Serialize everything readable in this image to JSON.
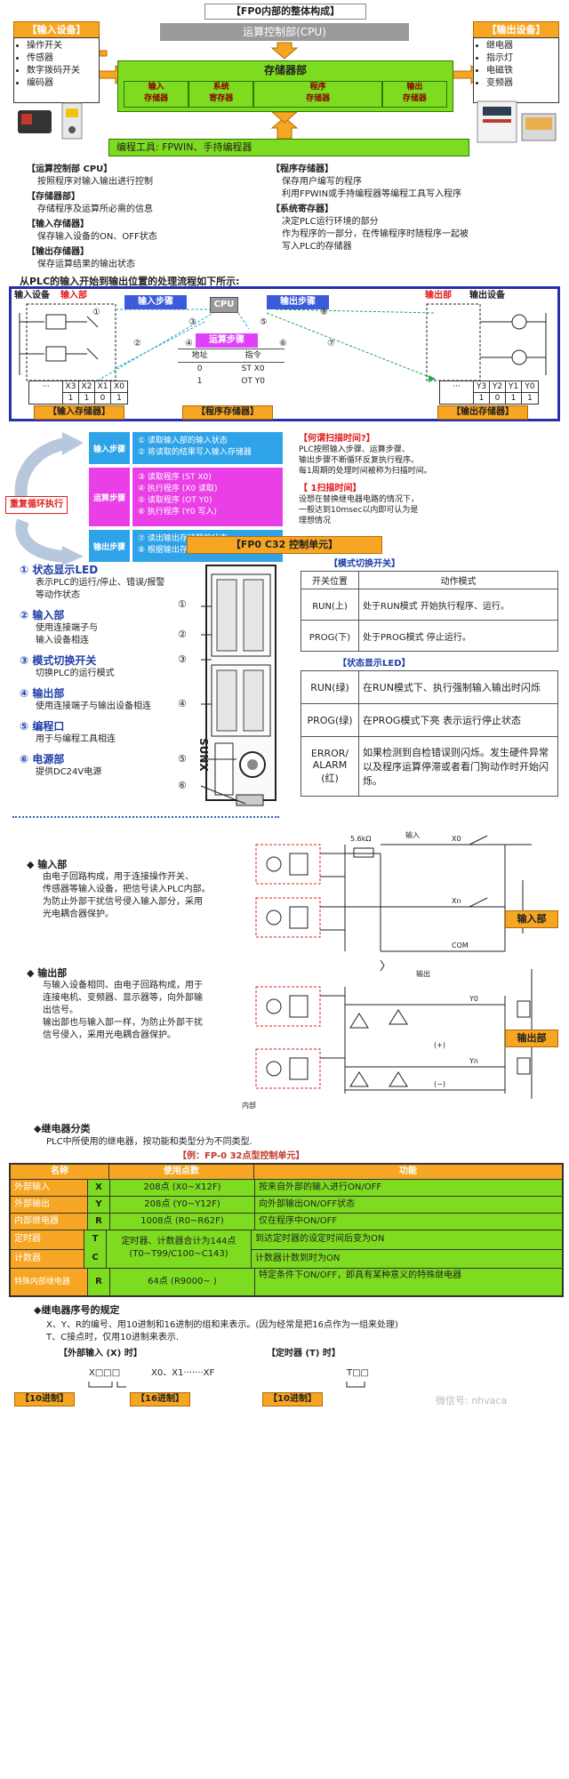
{
  "overview": {
    "title": "【FP0内部的整体构成】",
    "input_header": "【输入设备】",
    "input_items": [
      "操作开关",
      "传感器",
      "数字拨码开关",
      "编码器"
    ],
    "output_header": "【输出设备】",
    "output_items": [
      "继电器",
      "指示灯",
      "电磁铁",
      "变频器"
    ],
    "cpu_label": "运算控制部(CPU)",
    "memory_label": "存储器部",
    "memory_cells": [
      {
        "top": "输入",
        "bottom": "存储器"
      },
      {
        "top": "系统",
        "bottom": "寄存器"
      },
      {
        "top": "程序",
        "bottom": "存储器"
      },
      {
        "top": "输出",
        "bottom": "存储器"
      }
    ],
    "tools_label": "编程工具: FPWIN、手持编程器"
  },
  "descriptions": {
    "left": [
      {
        "head": "【运算控制部 CPU】",
        "body": [
          "按照程序对输入输出进行控制"
        ]
      },
      {
        "head": "【存储器部】",
        "body": [
          "存储程序及运算所必需的信息"
        ]
      },
      {
        "head": "【输入存储器】",
        "body": [
          "保存输入设备的ON、OFF状态"
        ]
      },
      {
        "head": "【输出存储器】",
        "body": [
          "保存运算结果的输出状态"
        ]
      }
    ],
    "right": [
      {
        "head": "【程序存储器】",
        "body": [
          "保存用户编写的程序",
          "利用FPWIN或手持编程器等编程工具写入程序"
        ]
      },
      {
        "head": "【系统寄存器】",
        "body": [
          "决定PLC运行环境的部分",
          "作为程序的一部分，在传输程序时随程序一起被",
          "写入PLC的存储器"
        ]
      }
    ]
  },
  "flow": {
    "heading": "从PLC的输入开始到输出位置的处理流程如下所示:",
    "input_device": "输入设备",
    "input_part": "输入部",
    "output_part": "输出部",
    "output_device": "输出设备",
    "cpu": "CPU",
    "step_in": "输入步骤",
    "step_out": "输出步骤",
    "step_calc": "运算步骤",
    "nums": [
      "①",
      "②",
      "③",
      "④",
      "⑤",
      "⑥",
      "⑦",
      "⑧"
    ],
    "table_header": [
      "地址",
      "指令"
    ],
    "table_rows": [
      [
        "0",
        "ST  X0"
      ],
      [
        "1",
        "OT  Y0"
      ]
    ],
    "in_bits_label": [
      "X3",
      "X2",
      "X1",
      "X0"
    ],
    "in_bits_val": [
      "1",
      "1",
      "0",
      "1"
    ],
    "out_bits_label": [
      "Y3",
      "Y2",
      "Y1",
      "Y0"
    ],
    "out_bits_val": [
      "1",
      "0",
      "1",
      "1"
    ],
    "dots": "···",
    "in_mem": "【输入存储器】",
    "prog_mem": "【程序存储器】",
    "out_mem": "【输出存储器】"
  },
  "scan": {
    "loop_label": "重复循环执行",
    "steps": [
      {
        "name": "输入步骤",
        "lines": [
          "① 读取输入部的输入状态",
          "② 将读取的结果写入输入存储器"
        ]
      },
      {
        "name": "运算步骤",
        "lines": [
          "③ 读取程序  (ST  X0)",
          "④ 执行程序  (X0  读取)",
          "⑤ 读取程序  (OT  Y0)",
          "⑥ 执行程序  (Y0  写入)"
        ]
      },
      {
        "name": "输出步骤",
        "lines": [
          "⑦ 读出输出存储器的状态",
          "⑧ 根据输出存储器的状态驱动输出部"
        ]
      }
    ],
    "q1_head": "【何谓扫描时间?】",
    "q1_body": [
      "PLC按照输入步骤、运算步骤、",
      "输出步骤不断循环反复执行程序。",
      "每1周期的处理时间被称为扫描时间。"
    ],
    "q2_head": "【 1扫描时间】",
    "q2_body": [
      "设想在替换继电器电路的情况下，",
      "一般达到10msec以内即可认为是",
      "理想情况"
    ]
  },
  "unit": {
    "title": "【FP0 C32 控制单元】",
    "items": [
      {
        "num": "①",
        "head": "状态显示LED",
        "lines": [
          "表示PLC的运行/停止、错误/报警",
          "等动作状态"
        ]
      },
      {
        "num": "②",
        "head": "输入部",
        "lines": [
          "使用连接端子与",
          "输入设备相连"
        ]
      },
      {
        "num": "③",
        "head": "模式切换开关",
        "lines": [
          "切换PLC的运行模式"
        ]
      },
      {
        "num": "④",
        "head": "输出部",
        "lines": [
          "使用连接端子与输出设备相连"
        ]
      },
      {
        "num": "⑤",
        "head": "编程口",
        "lines": [
          "用于与编程工具相连"
        ]
      },
      {
        "num": "⑥",
        "head": "电源部",
        "lines": [
          "提供DC24V电源"
        ]
      }
    ],
    "device_nums": [
      "①",
      "②",
      "③",
      "④",
      "⑤",
      "⑥"
    ],
    "brand": "SUNX",
    "mode_title": "【模式切换开关】",
    "mode_header": [
      "开关位置",
      "动作模式"
    ],
    "mode_rows": [
      {
        "pos": "RUN(上)",
        "desc": "处于RUN模式 开始执行程序、运行。"
      },
      {
        "pos": "PROG(下)",
        "desc": "处于PROG模式 停止运行。"
      }
    ],
    "led_title": "【状态显示LED】",
    "led_rows": [
      {
        "pos": "RUN(绿)",
        "desc": "在RUN模式下、执行强制输入输出时闪烁"
      },
      {
        "pos": "PROG(绿)",
        "desc": "在PROG模式下亮 表示运行停止状态"
      },
      {
        "pos": "ERROR/ ALARM (红)",
        "desc": "如果检测到自检错误则闪烁。发生硬件异常以及程序运算停滞或者看门狗动作时开始闪烁。"
      }
    ]
  },
  "io": {
    "in_head": "◆  输入部",
    "in_body": [
      "由电子回路构成，用于连接操作开关、",
      "传感器等输入设备，把信号读入PLC内部。",
      "为防止外部干扰信号侵入输入部分，采用",
      "光电耦合器保护。"
    ],
    "out_head": "◆  输出部",
    "out_body": [
      "与输入设备相同、由电子回路构成，用于",
      "连接电机、变频器、显示器等，向外部输",
      "出信号。",
      "输出部也与输入部一样，为防止外部干扰",
      "信号侵入，采用光电耦合器保护。"
    ],
    "in_tag": "输入部",
    "out_tag": "输出部",
    "circuit_labels": {
      "res": "5.6kΩ",
      "in": "输入",
      "x0": "X0",
      "xn": "Xn",
      "com": "COM",
      "out": "输出",
      "y0": "Y0",
      "yn": "Yn",
      "plus": "(+)",
      "minus": "(−)",
      "inside": "内部"
    }
  },
  "relay": {
    "head": "◆继电器分类",
    "sub": "PLC中所使用的继电器，按功能和类型分为不同类型.",
    "example": "【例：FP-0  32点型控制单元】",
    "headers": [
      "名称",
      "使用点数",
      "功能"
    ],
    "rows": [
      {
        "name": "外部输入",
        "code": "X",
        "count": "208点 (X0~X12F)",
        "func": "按来自外部的输入进行ON/OFF"
      },
      {
        "name": "外部输出",
        "code": "Y",
        "count": "208点 (Y0~Y12F)",
        "func": "向外部输出ON/OFF状态"
      },
      {
        "name": "内部继电器",
        "code": "R",
        "count": "1008点 (R0~R62F)",
        "func": "仅在程序中ON/OFF"
      },
      {
        "name": "定时器",
        "code": "T",
        "count": "定时器、计数器合计为144点",
        "count2": "(T0~T99/C100~C143)",
        "func": "到达定时器的设定时间后变为ON"
      },
      {
        "name": "计数器",
        "code": "C",
        "count": "",
        "func": "计数器计数到时为ON"
      },
      {
        "name": "特殊内部继电器",
        "code": "R",
        "count": "64点 (R9000~ )",
        "func": "特定条件下ON/OFF，即具有某种意义的特殊继电器"
      }
    ]
  },
  "numbering": {
    "head": "◆继电器序号的规定",
    "lines": [
      "X、Y、R的编号、用10进制和16进制的组和来表示。(因为经常是把16点作为一组来处理)",
      "T、C接点时，仅用10进制来表示."
    ],
    "ext_label": "【外部输入 (X) 时】",
    "ext_code": "X□□□",
    "ext_seq": "X0、X1·······XF",
    "tm_label": "【定时器 (T) 时】",
    "tm_code": "T□□",
    "dec": "【10进制】",
    "hex": "【16进制】",
    "dec2": "【10进制】"
  },
  "watermark": "微信号: nhvaca"
}
